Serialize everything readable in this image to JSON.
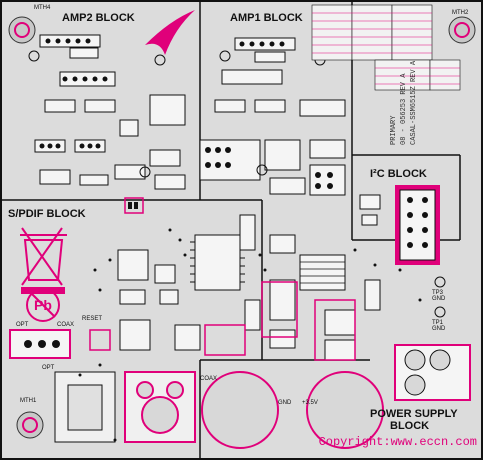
{
  "colors": {
    "board_background": "#dcdcdc",
    "outline": "#111111",
    "accent_magenta": "#e0007a",
    "copper_pad": "#ffffff",
    "silkscreen": "#111111"
  },
  "blocks": {
    "amp2": "AMP2 BLOCK",
    "amp1": "AMP1 BLOCK",
    "i2c": "I²C BLOCK",
    "spdif": "S/PDIF BLOCK",
    "power_supply_line1": "POWER SUPPLY",
    "power_supply_line2": "BLOCK"
  },
  "mounting_holes": {
    "top_left": "MTH4",
    "top_right": "MTH2",
    "bottom_left": "MTH1"
  },
  "labels": {
    "opt_left": "OPT",
    "coax": "COAX",
    "reset": "RESET",
    "opt_bottom": "OPT",
    "coax_bottom": "COAX",
    "gnd": "GND",
    "plus_3_5v": "+3.5V",
    "tp1_gnd": "TP1 GND",
    "tp3_gnd": "TP3 GND",
    "pb_symbol": "Pb"
  },
  "board_id": {
    "line1": "08 - 056253 REV A",
    "line2": "CASAL-SSM6515Z REV A",
    "line3": "PRIMARY"
  },
  "copyright": "Copyright:www.eccn.com",
  "icons": [
    "mounting-hole-icon",
    "weee-bin-icon",
    "pb-free-icon",
    "swoosh-logo-icon",
    "barrel-jack-icon",
    "speaker-capacitor-icon"
  ]
}
